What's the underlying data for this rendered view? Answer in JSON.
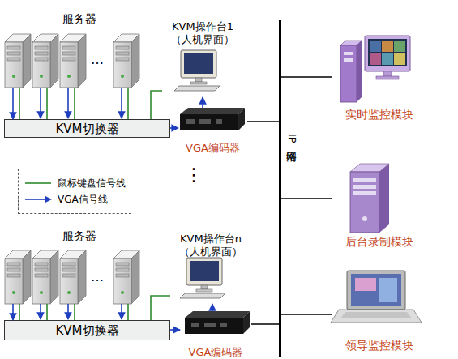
{
  "diagram": {
    "nodes": [
      {
        "text": [
          "服务器"
        ]
      },
      {
        "text": [
          "KVM切换器"
        ]
      },
      {
        "text": [
          "KVM操作台1 （人机界面）"
        ]
      },
      {
        "text": [
          "VGA编码器"
        ]
      },
      {
        "text": [
          "服务器"
        ]
      },
      {
        "text": [
          "KVM切换器"
        ]
      },
      {
        "text": [
          "KVM操作台n （人机界面）"
        ]
      },
      {
        "text": [
          "VGA编码器"
        ]
      },
      {
        "text": [
          "IP网络"
        ]
      },
      {
        "text": [
          "实时监控模块"
        ]
      },
      {
        "text": [
          "后台录制模块"
        ]
      },
      {
        "text": [
          "领导监控模块"
        ]
      }
    ],
    "edges": [
      {
        "from": 0,
        "to": 1,
        "arrow": "to"
      },
      {
        "from": 1,
        "to": 2,
        "arrow": "none"
      },
      {
        "from": 1,
        "to": 3,
        "arrow": "to"
      },
      {
        "from": 3,
        "to": 2,
        "arrow": "to"
      },
      {
        "from": 3,
        "to": 8,
        "arrow": "none"
      },
      {
        "from": 4,
        "to": 5,
        "arrow": "to"
      },
      {
        "from": 5,
        "to": 6,
        "arrow": "none"
      },
      {
        "from": 5,
        "to": 7,
        "arrow": "to"
      },
      {
        "from": 7,
        "to": 6,
        "arrow": "to"
      },
      {
        "from": 7,
        "to": 8,
        "arrow": "none"
      },
      {
        "from": 8,
        "to": 9,
        "arrow": "none"
      },
      {
        "from": 8,
        "to": 10,
        "arrow": "none"
      },
      {
        "from": 8,
        "to": 11,
        "arrow": "none"
      }
    ],
    "labels": [
      "…",
      "…",
      "⋮"
    ],
    "legend": [
      {
        "text": "鼠标键盘信号线"
      },
      {
        "text": "VGA信号线"
      }
    ]
  }
}
